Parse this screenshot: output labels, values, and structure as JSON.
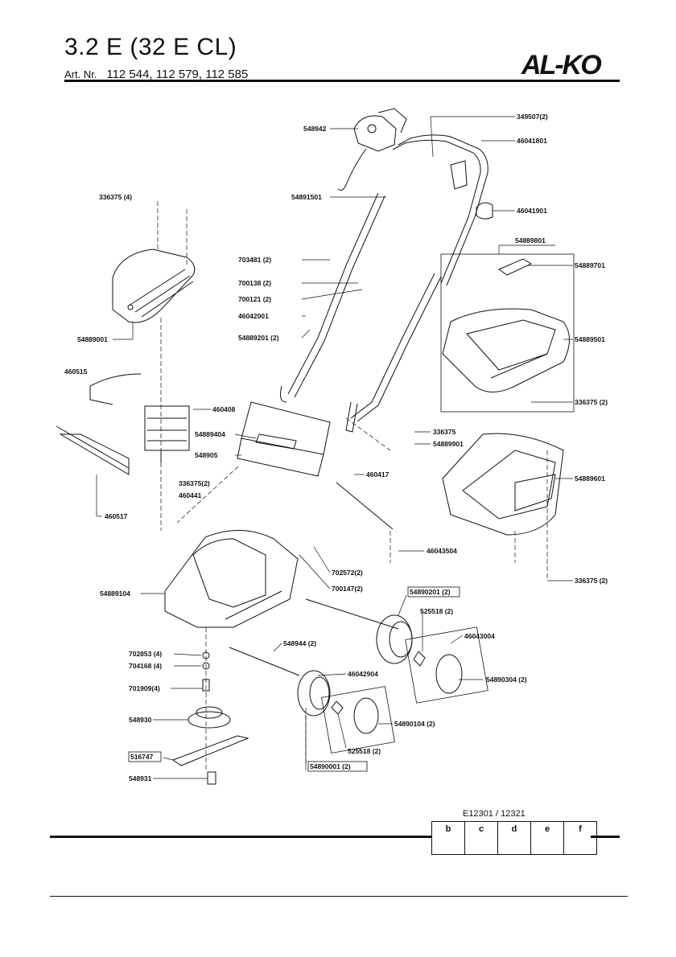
{
  "header": {
    "title": "3.2 E (32 E CL)",
    "art_label": "Art. Nr.",
    "art_numbers": "112 544, 112 579, 112 585",
    "logo": "AL-KO"
  },
  "parts": [
    {
      "id": "p548942",
      "text": "548942"
    },
    {
      "id": "p349507",
      "text": "349507(2)"
    },
    {
      "id": "p46041801",
      "text": "46041801"
    },
    {
      "id": "p336375_4",
      "text": "336375 (4)"
    },
    {
      "id": "p54891501",
      "text": "54891501"
    },
    {
      "id": "p46041901",
      "text": "46041901"
    },
    {
      "id": "p54889801",
      "text": "54889801"
    },
    {
      "id": "p703481",
      "text": "703481 (2)"
    },
    {
      "id": "p54889701",
      "text": "54889701"
    },
    {
      "id": "p700138",
      "text": "700138 (2)"
    },
    {
      "id": "p700121",
      "text": "700121 (2)"
    },
    {
      "id": "p46042001",
      "text": "46042001"
    },
    {
      "id": "p54889201",
      "text": "54889201 (2)"
    },
    {
      "id": "p54889001",
      "text": "54889001"
    },
    {
      "id": "p54889501",
      "text": "54889501"
    },
    {
      "id": "p460515",
      "text": "460515"
    },
    {
      "id": "p460408",
      "text": "460408"
    },
    {
      "id": "p336375_2a",
      "text": "336375 (2)"
    },
    {
      "id": "p54889404",
      "text": "54889404"
    },
    {
      "id": "p336375",
      "text": "336375"
    },
    {
      "id": "p54889901",
      "text": "54889901"
    },
    {
      "id": "p548905",
      "text": "548905"
    },
    {
      "id": "p54889601",
      "text": "54889601"
    },
    {
      "id": "p460417",
      "text": "460417"
    },
    {
      "id": "p336375_2b",
      "text": "336375(2)"
    },
    {
      "id": "p460441",
      "text": "460441"
    },
    {
      "id": "p460517",
      "text": "460517"
    },
    {
      "id": "p46043504",
      "text": "46043504"
    },
    {
      "id": "p702572",
      "text": "702572(2)"
    },
    {
      "id": "p54889104",
      "text": "54889104"
    },
    {
      "id": "p700147",
      "text": "700147(2)"
    },
    {
      "id": "p336375_2c",
      "text": "336375 (2)"
    },
    {
      "id": "p54890201",
      "text": "54890201 (2)"
    },
    {
      "id": "p525518a",
      "text": "525518 (2)"
    },
    {
      "id": "p46043004",
      "text": "46043004"
    },
    {
      "id": "p702853",
      "text": "702853 (4)"
    },
    {
      "id": "p548944",
      "text": "548944 (2)"
    },
    {
      "id": "p704168",
      "text": "704168 (4)"
    },
    {
      "id": "p46042904",
      "text": "46042904"
    },
    {
      "id": "p54890304",
      "text": "54890304 (2)"
    },
    {
      "id": "p701909",
      "text": "701909(4)"
    },
    {
      "id": "p548930",
      "text": "548930"
    },
    {
      "id": "p54890104",
      "text": "54890104 (2)"
    },
    {
      "id": "p516747",
      "text": "516747"
    },
    {
      "id": "p525518b",
      "text": "525518 (2)"
    },
    {
      "id": "p548931",
      "text": "548931"
    },
    {
      "id": "p54890001",
      "text": "54890001 (2)"
    }
  ],
  "footer": {
    "code": "E12301 / 12321",
    "revisions": [
      "b",
      "c",
      "d",
      "e",
      "f"
    ]
  }
}
